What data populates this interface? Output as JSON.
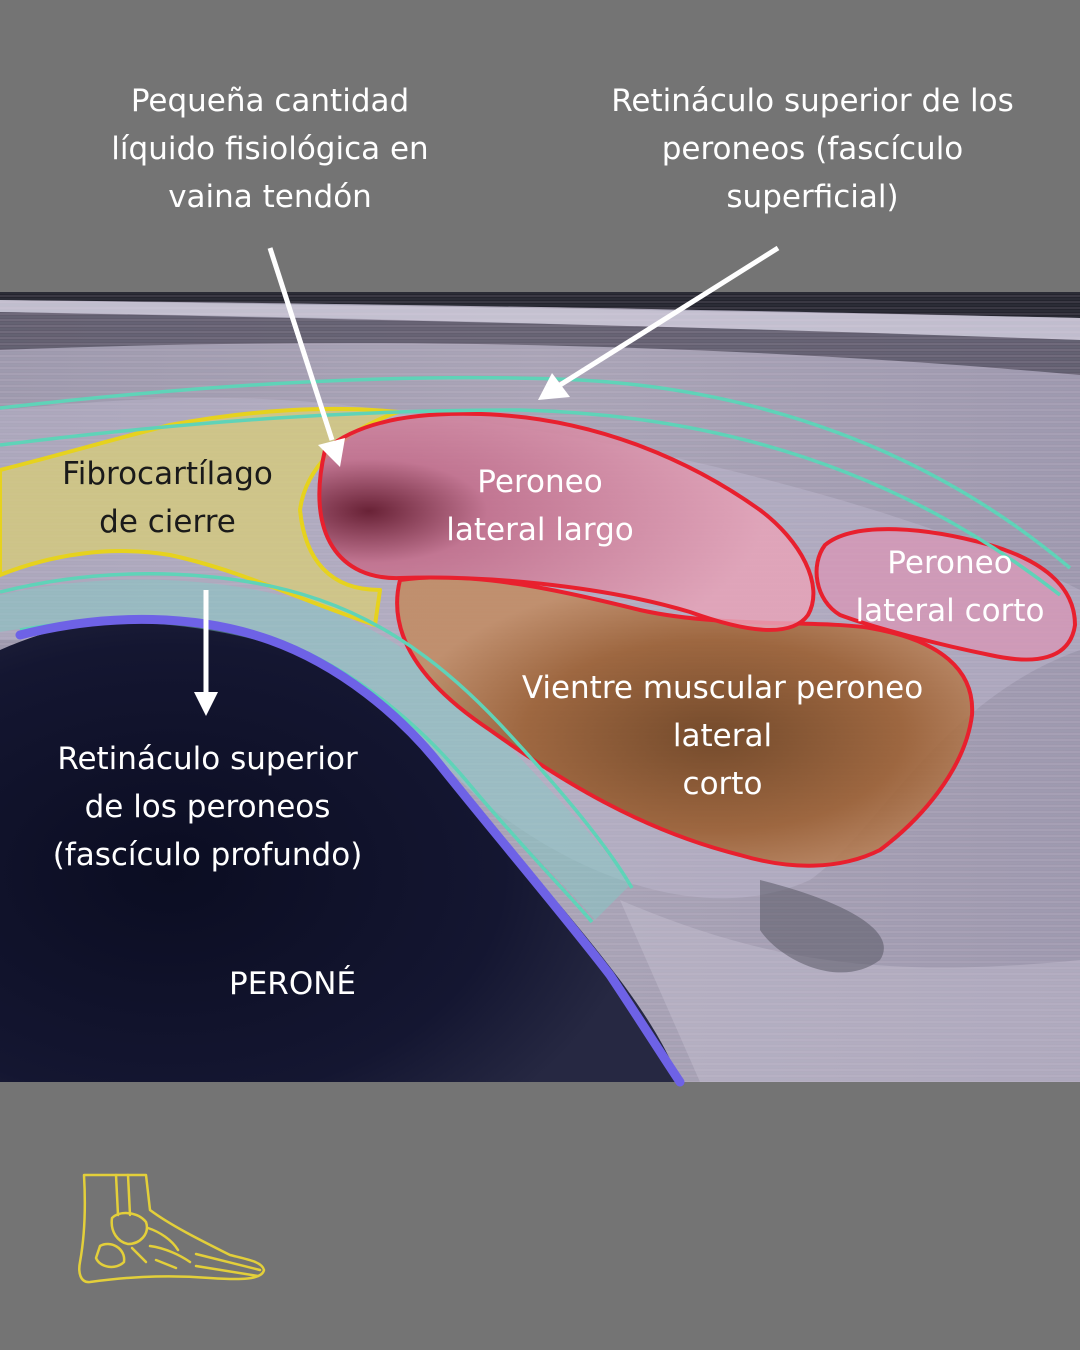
{
  "annotations": {
    "fluid": "Pequeña cantidad\nlíquido fisiológica en\nvaina tendón",
    "retinaculum_superficial": "Retináculo superior de los\nperoneos (fascículo\nsuperficial)",
    "fibrocartilage": "Fibrocartílago\nde cierre",
    "peroneus_longus": "Peroneo\nlateral largo",
    "peroneus_brevis": "Peroneo\nlateral corto",
    "brevis_muscle_belly": "Vientre muscular peroneo\nlateral\ncorto",
    "retinaculum_deep": "Retináculo superior\nde los peroneos\n(fascículo profundo)",
    "fibula": "PERONÉ"
  },
  "logo": {
    "icon": "foot-skeleton-icon"
  },
  "colors": {
    "background": "#747474",
    "fibrocartilage": "#e6d21e",
    "tendon_outline": "#e8202e",
    "retinaculum": "#5fd3b8",
    "bone_cortex": "#6e62e6",
    "logo": "#e3cf3a"
  }
}
